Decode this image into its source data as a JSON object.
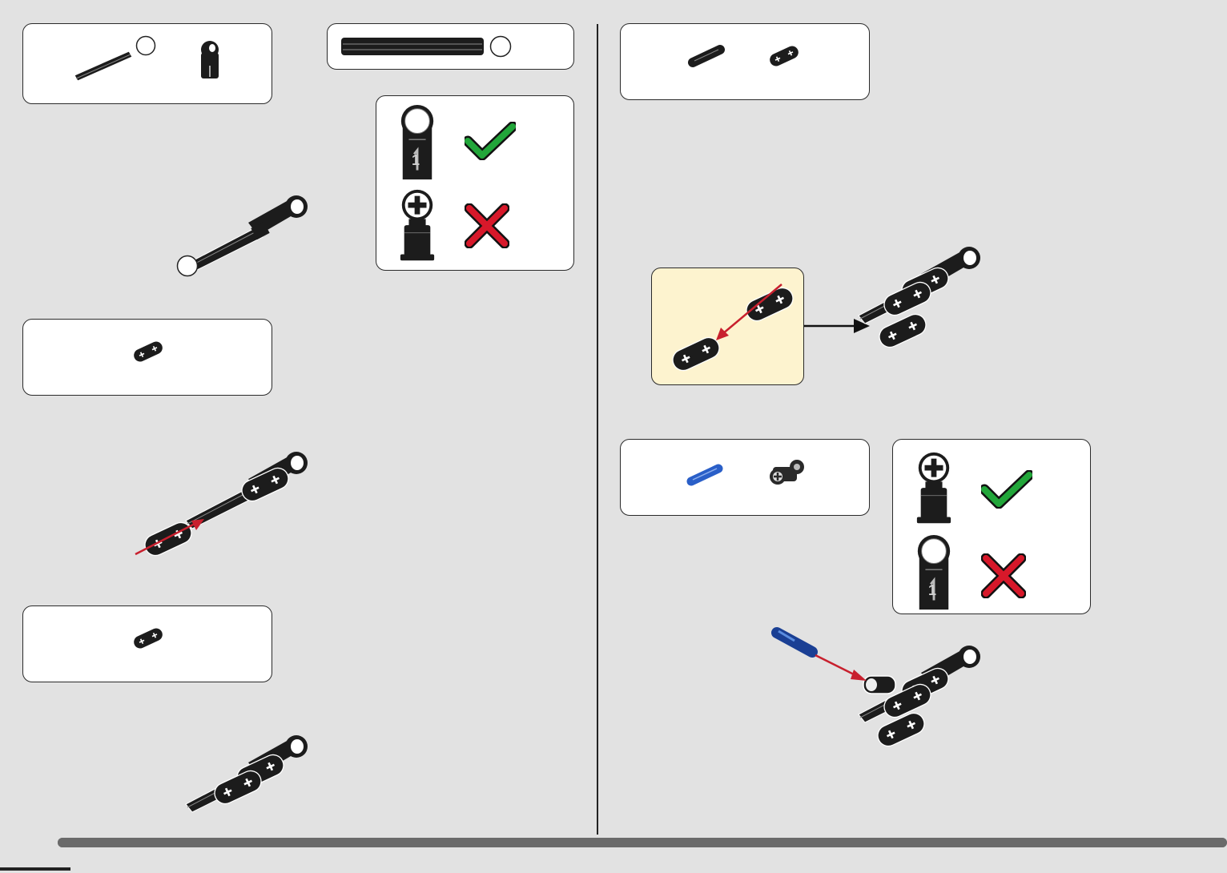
{
  "page": {
    "number": "",
    "progress_fraction": 1.0
  },
  "colors": {
    "background": "#e2e2e2",
    "part_black": "#1c1c1c",
    "check_green": "#22a63a",
    "cross_red": "#d7182a",
    "arrow_red": "#c8202e",
    "part_blue": "#2a5fc8",
    "callout_cream": "#fdf3cf"
  },
  "steps": [
    {
      "id": "step-1",
      "parts": [
        "axle-icon",
        "axle-pin-connector-icon"
      ]
    },
    {
      "id": "step-2",
      "parts": [
        "beam-2-icon"
      ]
    },
    {
      "id": "step-3",
      "parts": [
        "beam-2-icon"
      ]
    },
    {
      "id": "step-4",
      "parts": [
        "pin-icon",
        "beam-2-icon"
      ]
    },
    {
      "id": "step-5",
      "parts": [
        "blue-axle-pin-icon",
        "axle-connector-icon"
      ]
    }
  ],
  "hints": [
    {
      "id": "orientation-hint-1",
      "correct": "round-hole-connector-icon",
      "wrong": "cross-hole-connector-icon"
    },
    {
      "id": "orientation-hint-2",
      "correct": "cross-hole-connector-icon",
      "wrong": "round-hole-connector-icon"
    }
  ],
  "connector_label": "1"
}
